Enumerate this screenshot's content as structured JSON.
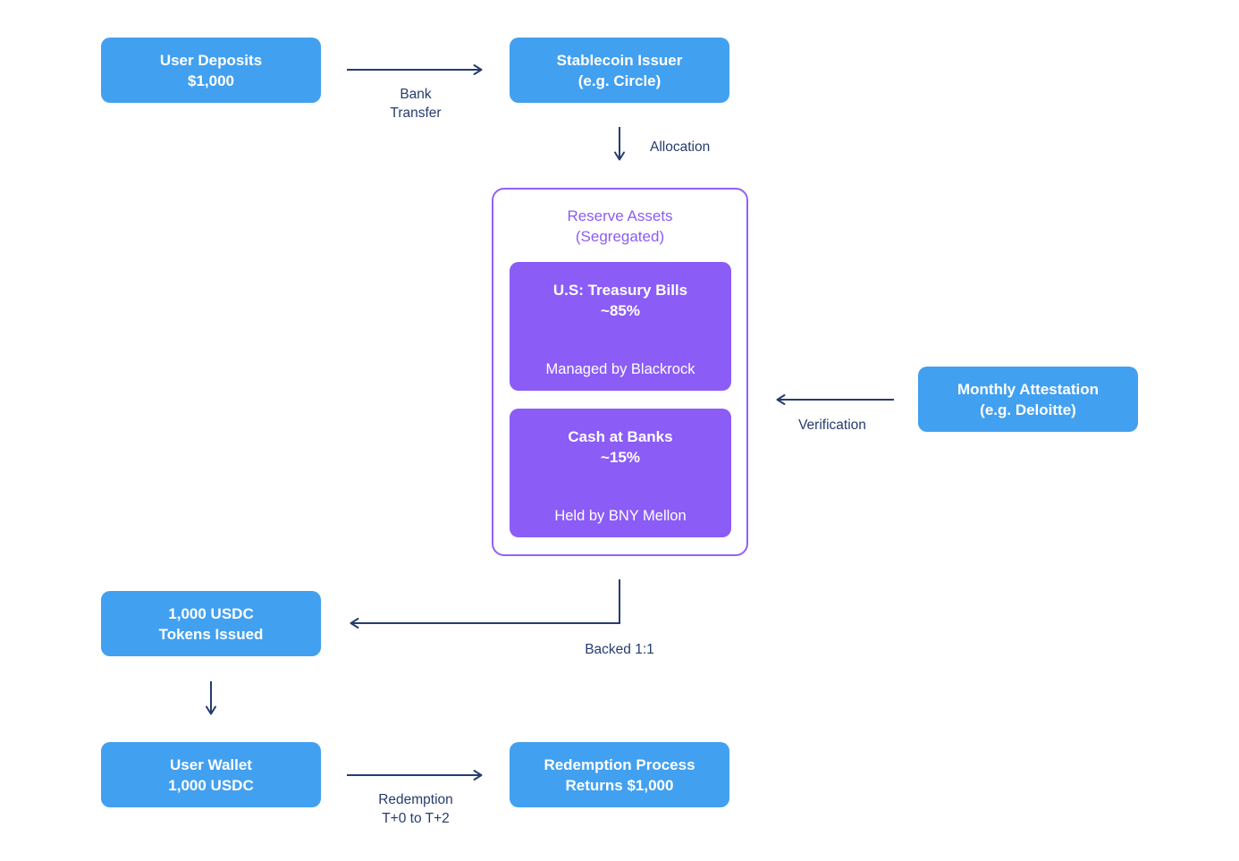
{
  "colors": {
    "blue": "#42A0F0",
    "purple": "#8B5CF6",
    "border_purple": "#9161F9",
    "reserve_title": "#8B5CF6",
    "ink": "#253C6E",
    "white": "#FFFFFF"
  },
  "nodes": {
    "user_deposits": {
      "line1": "User Deposits",
      "line2": "$1,000"
    },
    "stablecoin_issuer": {
      "line1": "Stablecoin Issuer",
      "line2": "(e.g. Circle)"
    },
    "reserve_assets": {
      "line1": "Reserve Assets",
      "line2": "(Segregated)"
    },
    "treasury_bills": {
      "line1": "U.S: Treasury Bills",
      "line2": "~85%",
      "footer": "Managed by Blackrock"
    },
    "cash_at_banks": {
      "line1": "Cash at Banks",
      "line2": "~15%",
      "footer": "Held by BNY Mellon"
    },
    "monthly_attestation": {
      "line1": "Monthly Attestation",
      "line2": "(e.g. Deloitte)"
    },
    "usdc_tokens": {
      "line1": "1,000 USDC",
      "line2": "Tokens Issued"
    },
    "user_wallet": {
      "line1": "User Wallet",
      "line2": "1,000 USDC"
    },
    "redemption_process": {
      "line1": "Redemption Process",
      "line2": "Returns $1,000"
    }
  },
  "edges": {
    "bank_transfer": {
      "line1": "Bank",
      "line2": "Transfer"
    },
    "allocation": {
      "label": "Allocation"
    },
    "verification": {
      "label": "Verification"
    },
    "backed": {
      "label": "Backed 1:1"
    },
    "redemption": {
      "line1": "Redemption",
      "line2": "T+0 to T+2"
    }
  }
}
